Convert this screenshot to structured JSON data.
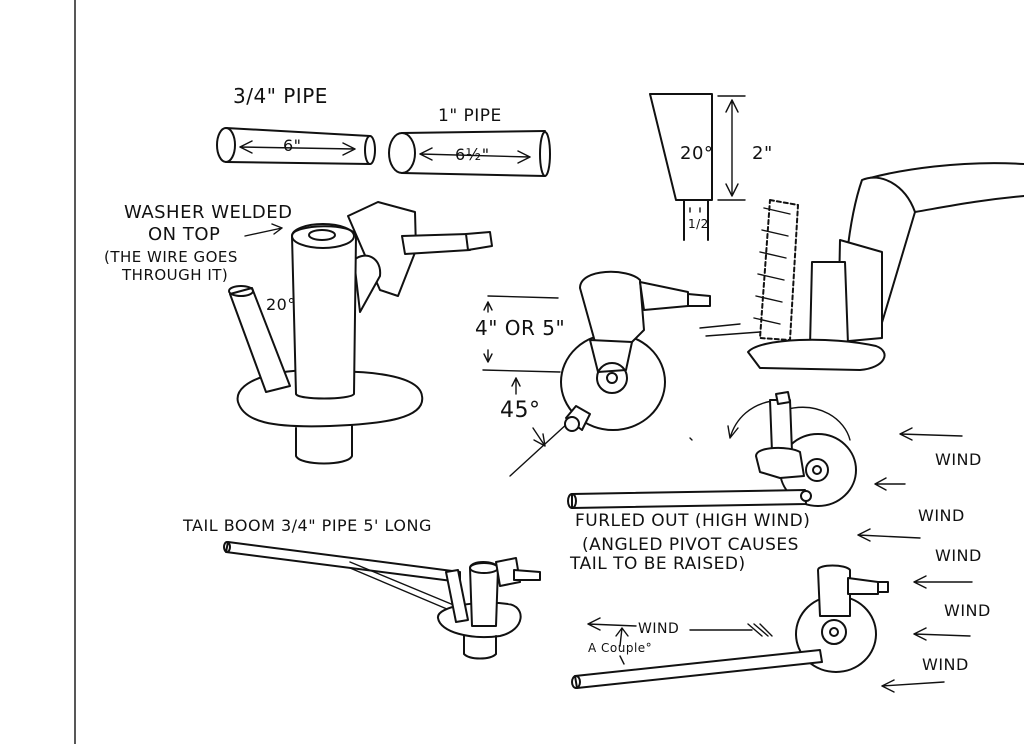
{
  "labels": {
    "pipe_three_quarter": "3/4\" PIPE",
    "pipe_three_quarter_len": "6\"",
    "pipe_one_inch": "1\" PIPE",
    "pipe_one_inch_len": "6½\"",
    "washer_line1": "WASHER WELDED",
    "washer_line2": "ON TOP",
    "wire_note_line1": "(THE WIRE GOES",
    "wire_note_line2": "THROUGH IT)",
    "angle_twenty": "20°",
    "wedge_angle": "20°",
    "wedge_height": "2\"",
    "wedge_base": "1/2",
    "offset_height": "4\" OR 5\"",
    "angle_fortyfive": "45°",
    "tail_boom": "TAIL BOOM 3/4\" PIPE 5' LONG",
    "furled_line1": "FURLED OUT (HIGH WIND)",
    "furled_line2": "(ANGLED PIVOT CAUSES",
    "furled_line3": "TAIL TO BE RAISED)",
    "wind_arrow": "WIND",
    "couple_degrees": "A Couple°",
    "wind_1": "WIND",
    "wind_2": "WIND",
    "wind_3": "WIND",
    "wind_4": "WIND",
    "wind_5": "WIND"
  }
}
